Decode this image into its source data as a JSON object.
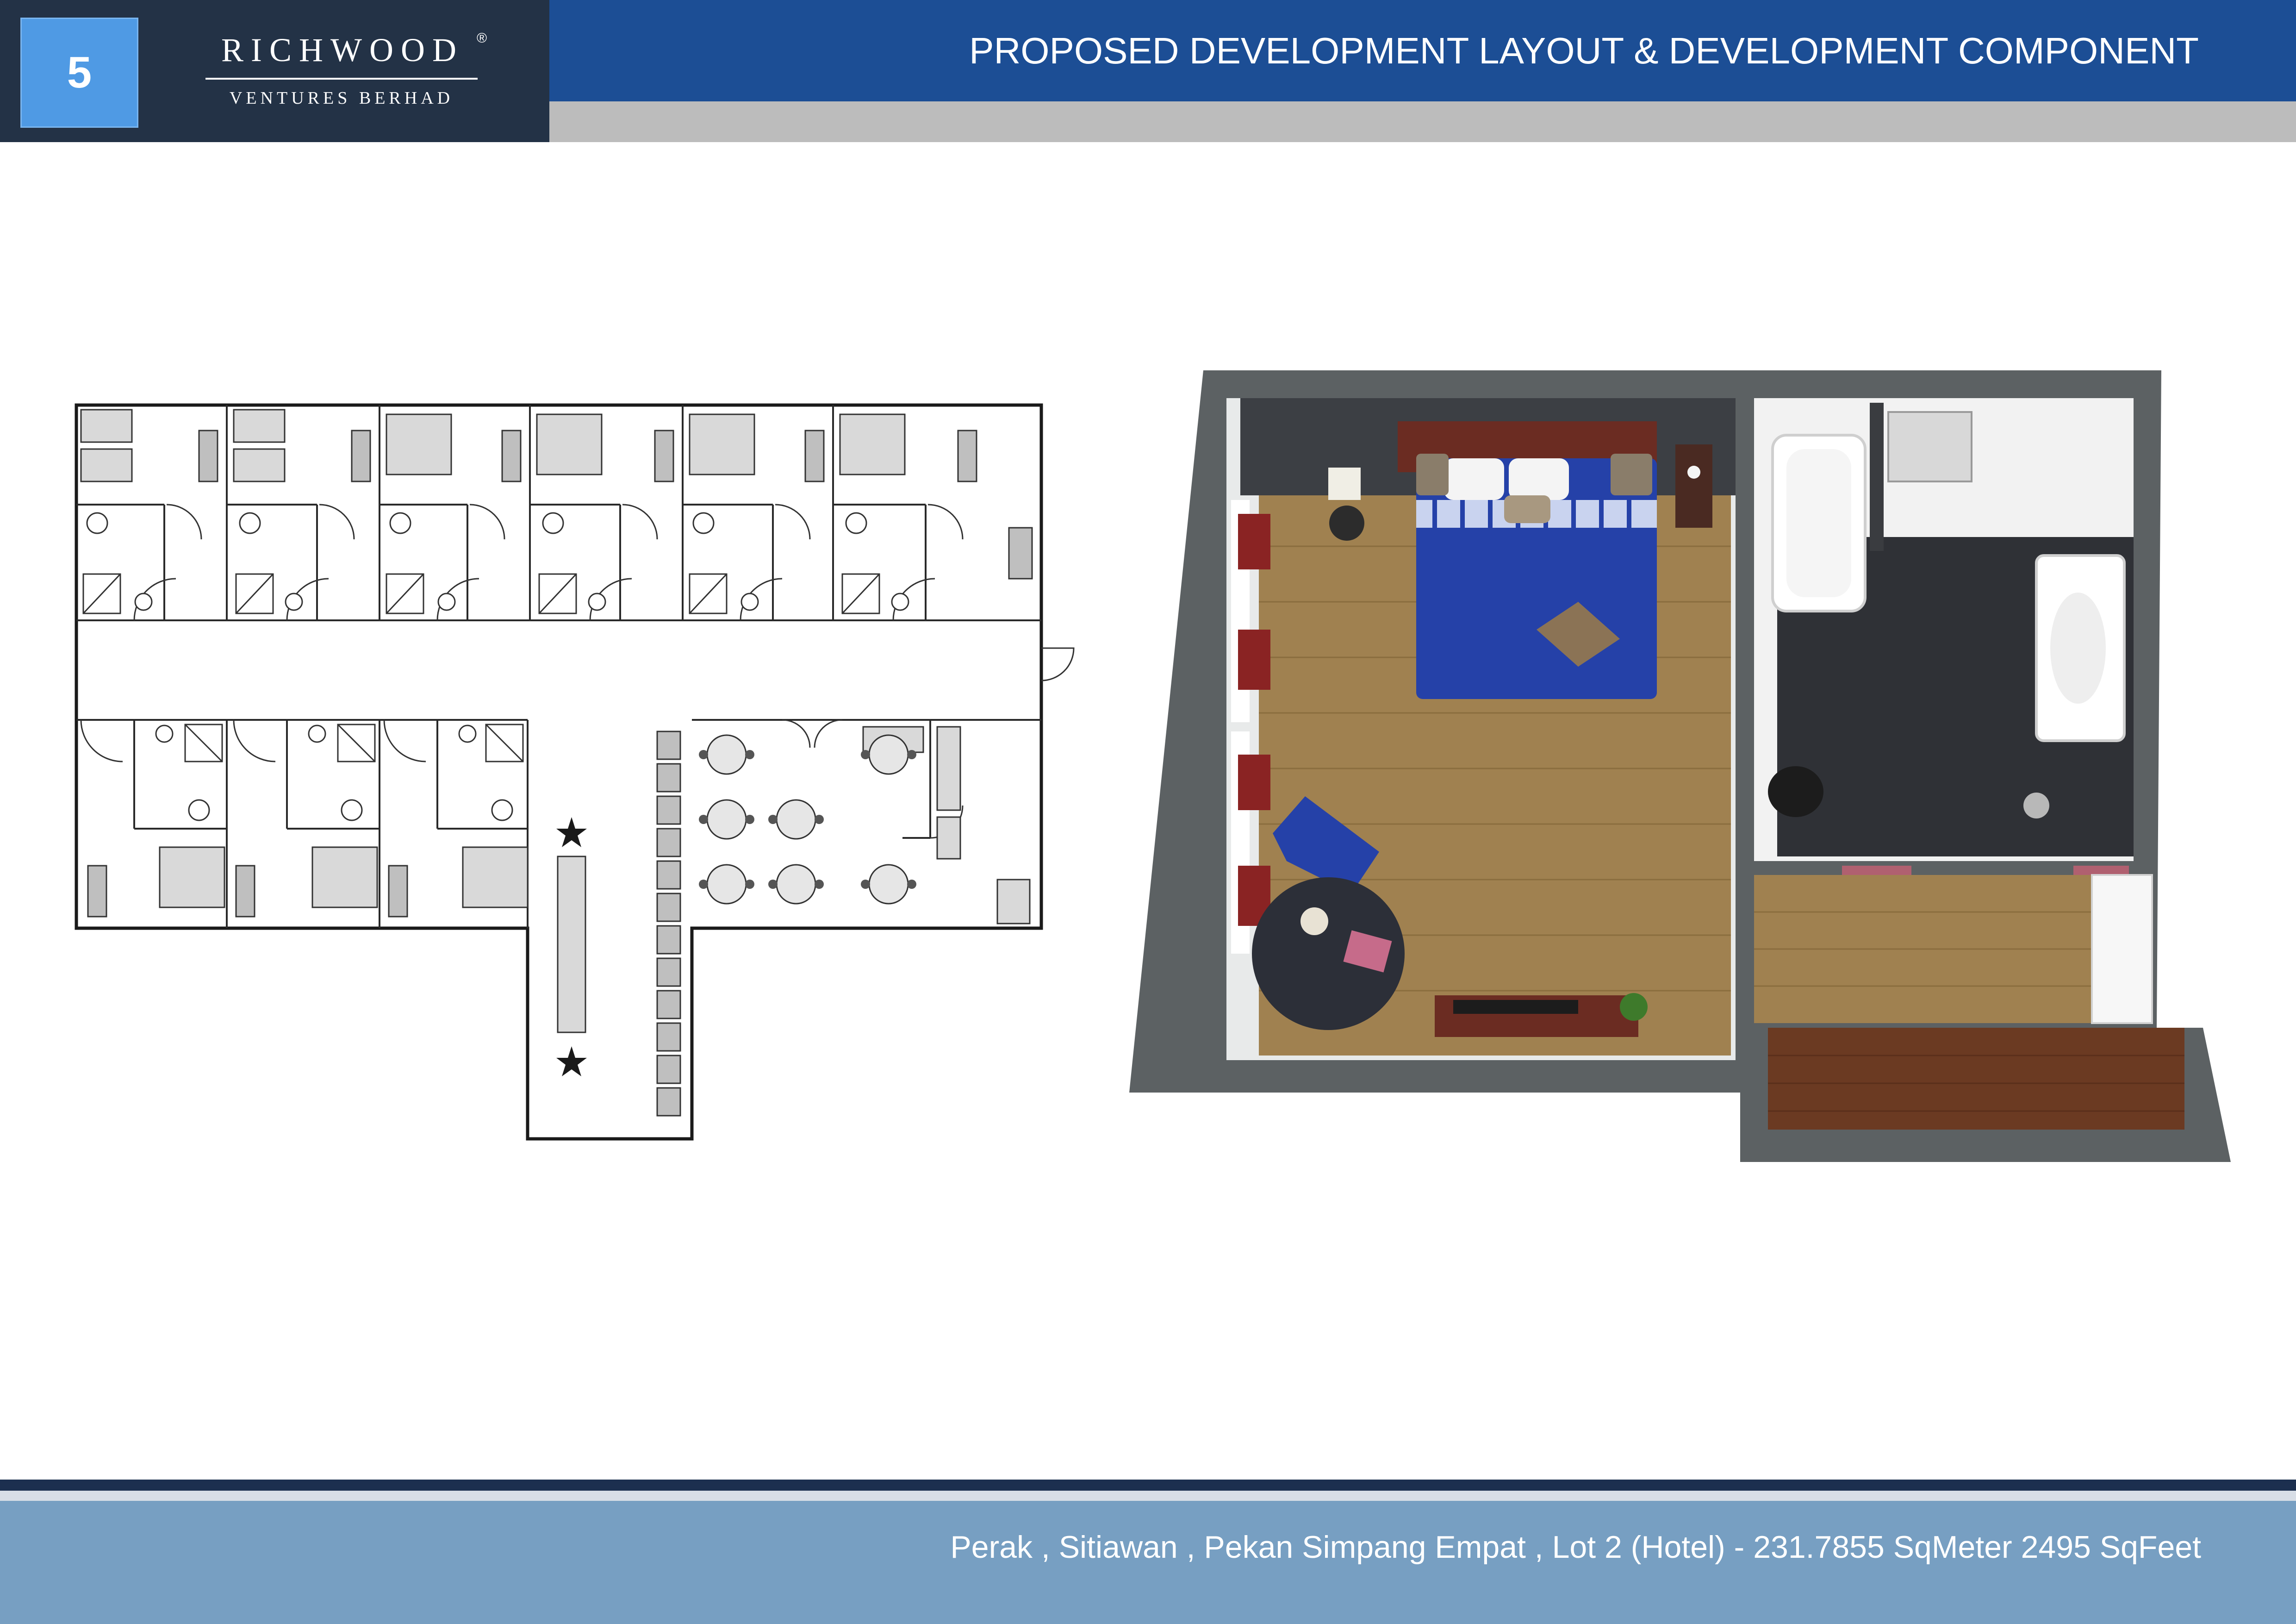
{
  "header": {
    "page_number": "5",
    "brand_name": "RICHWOOD",
    "brand_mark": "®",
    "brand_subtitle": "VENTURES BERHAD",
    "title": "PROPOSED DEVELOPMENT LAYOUT & DEVELOPMENT COMPONENT"
  },
  "footer": {
    "caption": "Perak , Sitiawan , Pekan Simpang Empat , Lot 2 (Hotel) - 231.7855 SqMeter 2495 SqFeet"
  },
  "colors": {
    "header_dark": "#233246",
    "header_blue": "#1c4e95",
    "badge_blue": "#4f9ae4",
    "header_gray": "#bcbcbc",
    "footer_blue": "#779fc2",
    "bedspread_blue": "#2541a8",
    "curtain_red": "#8a2323",
    "floor_wood": "#a08150",
    "wall_gray": "#5c6163"
  }
}
